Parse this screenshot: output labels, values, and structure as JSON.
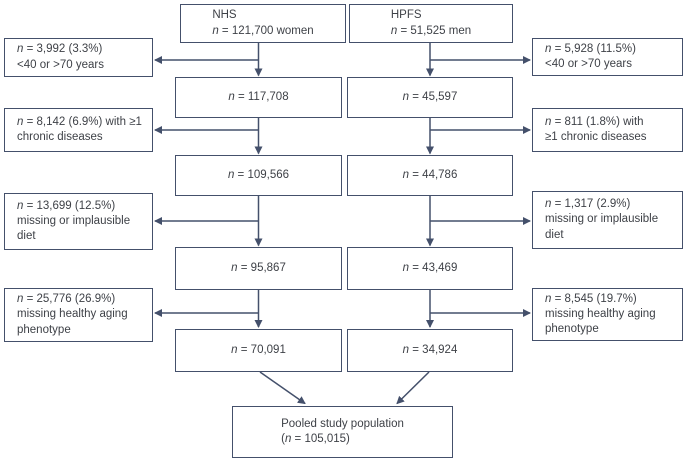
{
  "colors": {
    "line": "#44506b",
    "border": "#44506b",
    "text": "#3e4147",
    "background": "#ffffff"
  },
  "cohorts": {
    "nhs": {
      "title": "NHS",
      "size": {
        "pre": "",
        "it": "n",
        "tx": " = 121,700 women"
      }
    },
    "hpfs": {
      "title": "HPFS",
      "size": {
        "pre": "",
        "it": "n",
        "tx": " = 51,525 men"
      }
    }
  },
  "stages": {
    "nhs": [
      {
        "pre": "",
        "it": "n",
        "tx": " = 117,708"
      },
      {
        "pre": "",
        "it": "n",
        "tx": " = 109,566"
      },
      {
        "pre": "",
        "it": "n",
        "tx": " = 95,867"
      },
      {
        "pre": "",
        "it": "n",
        "tx": " = 70,091"
      }
    ],
    "hpfs": [
      {
        "pre": "",
        "it": "n",
        "tx": " = 45,597"
      },
      {
        "pre": "",
        "it": "n",
        "tx": " = 44,786"
      },
      {
        "pre": "",
        "it": "n",
        "tx": " = 43,469"
      },
      {
        "pre": "",
        "it": "n",
        "tx": " = 34,924"
      }
    ]
  },
  "exclusions": {
    "nhs": [
      {
        "lines": [
          {
            "pre": "",
            "it": "n",
            "tx": " = 3,992 (3.3%)"
          },
          {
            "pre": "<40 or >70 years",
            "it": "",
            "tx": ""
          }
        ]
      },
      {
        "lines": [
          {
            "pre": "",
            "it": "n",
            "tx": " = 8,142 (6.9%) with ≥1"
          },
          {
            "pre": "chronic diseases",
            "it": "",
            "tx": ""
          }
        ]
      },
      {
        "lines": [
          {
            "pre": "",
            "it": "n",
            "tx": " = 13,699 (12.5%)"
          },
          {
            "pre": "missing or implausible",
            "it": "",
            "tx": ""
          },
          {
            "pre": "diet",
            "it": "",
            "tx": ""
          }
        ]
      },
      {
        "lines": [
          {
            "pre": "",
            "it": "n",
            "tx": " = 25,776 (26.9%)"
          },
          {
            "pre": "missing healthy aging",
            "it": "",
            "tx": ""
          },
          {
            "pre": "phenotype",
            "it": "",
            "tx": ""
          }
        ]
      }
    ],
    "hpfs": [
      {
        "lines": [
          {
            "pre": "",
            "it": "n",
            "tx": " = 5,928 (11.5%)"
          },
          {
            "pre": "<40 or >70 years",
            "it": "",
            "tx": ""
          }
        ]
      },
      {
        "lines": [
          {
            "pre": "",
            "it": "n",
            "tx": " = 811 (1.8%) with"
          },
          {
            "pre": "≥1 chronic diseases",
            "it": "",
            "tx": ""
          }
        ]
      },
      {
        "lines": [
          {
            "pre": "",
            "it": "n",
            "tx": " = 1,317 (2.9%)"
          },
          {
            "pre": "missing or implausible",
            "it": "",
            "tx": ""
          },
          {
            "pre": "diet",
            "it": "",
            "tx": ""
          }
        ]
      },
      {
        "lines": [
          {
            "pre": "",
            "it": "n",
            "tx": " = 8,545 (19.7%)"
          },
          {
            "pre": "missing healthy aging",
            "it": "",
            "tx": ""
          },
          {
            "pre": "phenotype",
            "it": "",
            "tx": ""
          }
        ]
      }
    ]
  },
  "pooled": {
    "lines": [
      {
        "pre": "Pooled study population",
        "it": "",
        "tx": ""
      },
      {
        "pre": "(",
        "it": "n",
        "tx": " = 105,015)"
      }
    ]
  }
}
